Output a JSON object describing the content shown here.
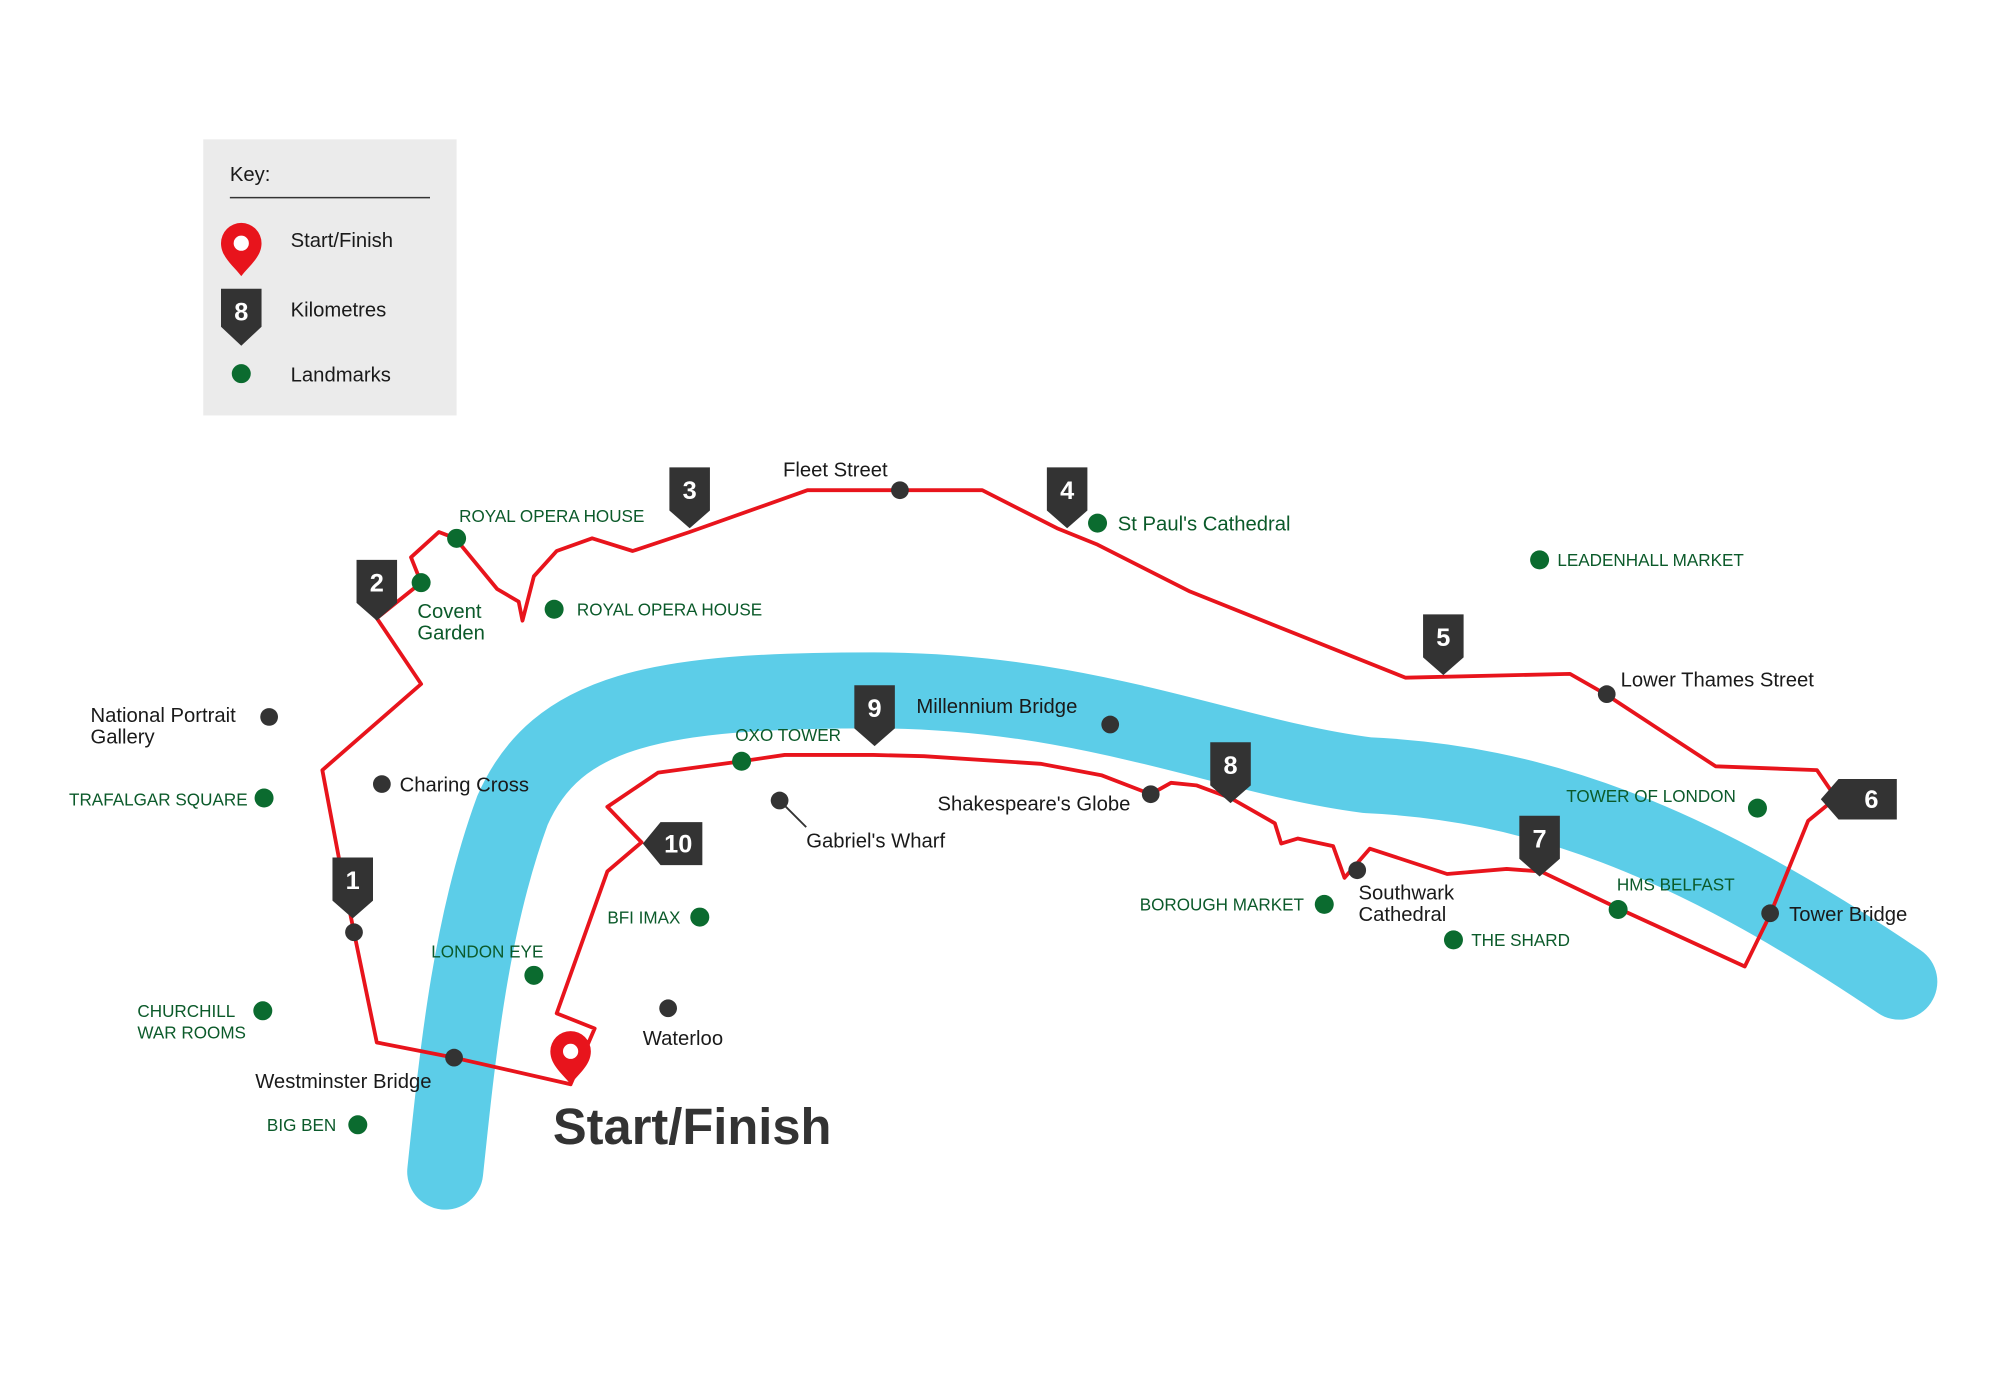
{
  "key": {
    "title": "Key:",
    "items": [
      {
        "icon": "start-finish-pin-icon",
        "label": "Start/Finish"
      },
      {
        "icon": "kilometre-marker-icon",
        "label": "Kilometres",
        "marker_text": "8"
      },
      {
        "icon": "landmark-dot-icon",
        "label": "Landmarks"
      }
    ]
  },
  "colors": {
    "river": "#5ccde8",
    "route": "#e8141c",
    "stop": "#333333",
    "landmark": "#0b6b2f",
    "landmark_text": "#0b5a2a",
    "marker": "#333333",
    "key_bg": "#ebebeb"
  },
  "start_finish": {
    "label": "Start/Finish"
  },
  "km_markers": [
    {
      "label": "1"
    },
    {
      "label": "2"
    },
    {
      "label": "3"
    },
    {
      "label": "4"
    },
    {
      "label": "5"
    },
    {
      "label": "6"
    },
    {
      "label": "7"
    },
    {
      "label": "8"
    },
    {
      "label": "9"
    },
    {
      "label": "10"
    }
  ],
  "stops": [
    {
      "label": "Fleet Street"
    },
    {
      "label": "Lower Thames Street"
    },
    {
      "label": "Tower Bridge"
    },
    {
      "label_lines": [
        "Southwark",
        "Cathedral"
      ]
    },
    {
      "label": "Shakespeare's Globe"
    },
    {
      "label": "Millennium Bridge"
    },
    {
      "label": "Gabriel's Wharf"
    },
    {
      "label": "Waterloo"
    },
    {
      "label": "Westminster Bridge"
    },
    {
      "label": "Charing Cross"
    },
    {
      "label_lines": [
        "National Portrait",
        "Gallery"
      ]
    }
  ],
  "landmarks": [
    {
      "label": "ROYAL OPERA HOUSE"
    },
    {
      "label": "ROYAL OPERA HOUSE"
    },
    {
      "label_lines": [
        "Covent",
        "Garden"
      ]
    },
    {
      "label": "St Paul's Cathedral"
    },
    {
      "label": "LEADENHALL MARKET"
    },
    {
      "label": "TOWER OF LONDON"
    },
    {
      "label": "HMS BELFAST"
    },
    {
      "label": "THE SHARD"
    },
    {
      "label": "BOROUGH MARKET"
    },
    {
      "label": "OXO TOWER"
    },
    {
      "label": "BFI IMAX"
    },
    {
      "label": "LONDON EYE"
    },
    {
      "label": "TRAFALGAR SQUARE"
    },
    {
      "label_lines": [
        "CHURCHILL",
        "WAR ROOMS"
      ]
    },
    {
      "label": "BIG BEN"
    }
  ]
}
